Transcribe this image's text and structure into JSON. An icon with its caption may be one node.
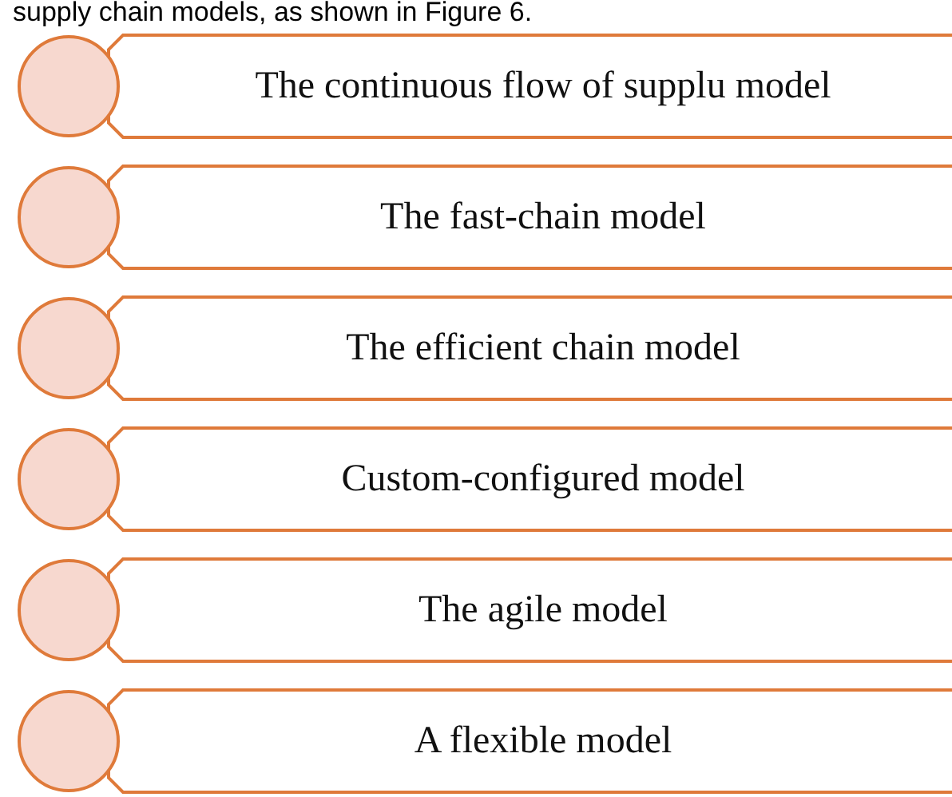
{
  "diagram": {
    "nodes": [
      {
        "text": [],
        "shape": "circle"
      },
      {
        "text": [
          "The continuous flow of supplu model"
        ]
      },
      {
        "text": [],
        "shape": "circle"
      },
      {
        "text": [
          "The fast-chain model"
        ]
      },
      {
        "text": [],
        "shape": "circle"
      },
      {
        "text": [
          "The efficient chain model"
        ]
      },
      {
        "text": [],
        "shape": "circle"
      },
      {
        "text": [
          "Custom-configured model"
        ]
      },
      {
        "text": [],
        "shape": "circle"
      },
      {
        "text": [
          "The agile model"
        ]
      },
      {
        "text": [],
        "shape": "circle"
      },
      {
        "text": [
          "A flexible model"
        ]
      }
    ],
    "labels": [
      "supply chain models, as shown in Figure 6."
    ]
  }
}
